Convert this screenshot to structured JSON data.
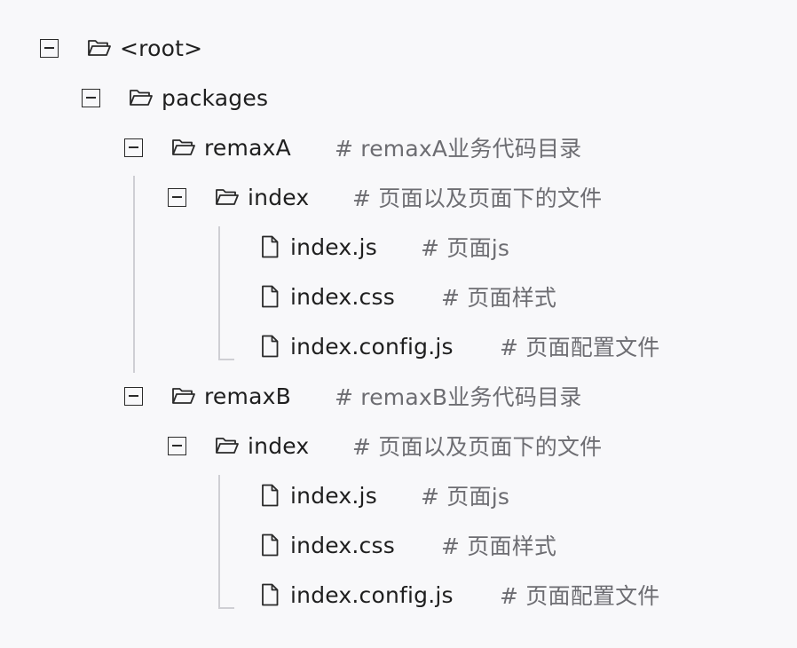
{
  "tree": {
    "root": {
      "label": "<root>"
    },
    "packages": {
      "label": "packages"
    },
    "remaxA": {
      "label": "remaxA",
      "comment": "# remaxA业务代码目录",
      "index": {
        "label": "index",
        "comment": "# 页面以及页面下的文件",
        "files": [
          {
            "label": "index.js",
            "comment": "# 页面js"
          },
          {
            "label": "index.css",
            "comment": "# 页面样式"
          },
          {
            "label": "index.config.js",
            "comment": "# 页面配置文件"
          }
        ]
      }
    },
    "remaxB": {
      "label": "remaxB",
      "comment": "# remaxB业务代码目录",
      "index": {
        "label": "index",
        "comment": "# 页面以及页面下的文件",
        "files": [
          {
            "label": "index.js",
            "comment": "# 页面js"
          },
          {
            "label": "index.css",
            "comment": "# 页面样式"
          },
          {
            "label": "index.config.js",
            "comment": "# 页面配置文件"
          }
        ]
      }
    }
  }
}
